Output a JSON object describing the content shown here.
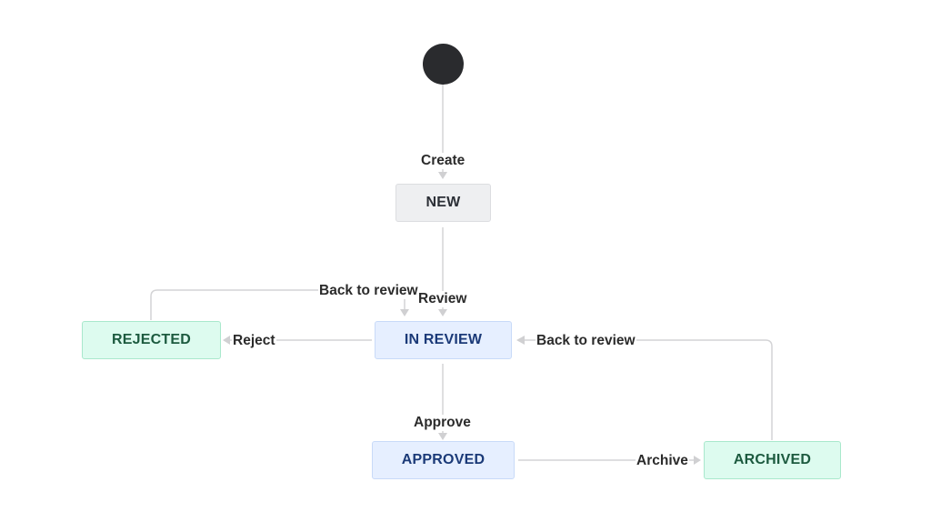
{
  "colors": {
    "connector": "#d4d4d6",
    "arrowhead": "#d0d0d2",
    "start_node": "#2a2b2e",
    "status_gray": "#eeeff1",
    "status_blue": "#e6efff",
    "status_green": "#ddfbef"
  },
  "statuses": {
    "new": "NEW",
    "in_review": "IN REVIEW",
    "approved": "APPROVED",
    "rejected": "REJECTED",
    "archived": "ARCHIVED"
  },
  "transitions": {
    "create": "Create",
    "review": "Review",
    "reject": "Reject",
    "back_to_review_from_rejected": "Back to review",
    "back_to_review_from_archived": "Back to review",
    "approve": "Approve",
    "archive": "Archive"
  }
}
